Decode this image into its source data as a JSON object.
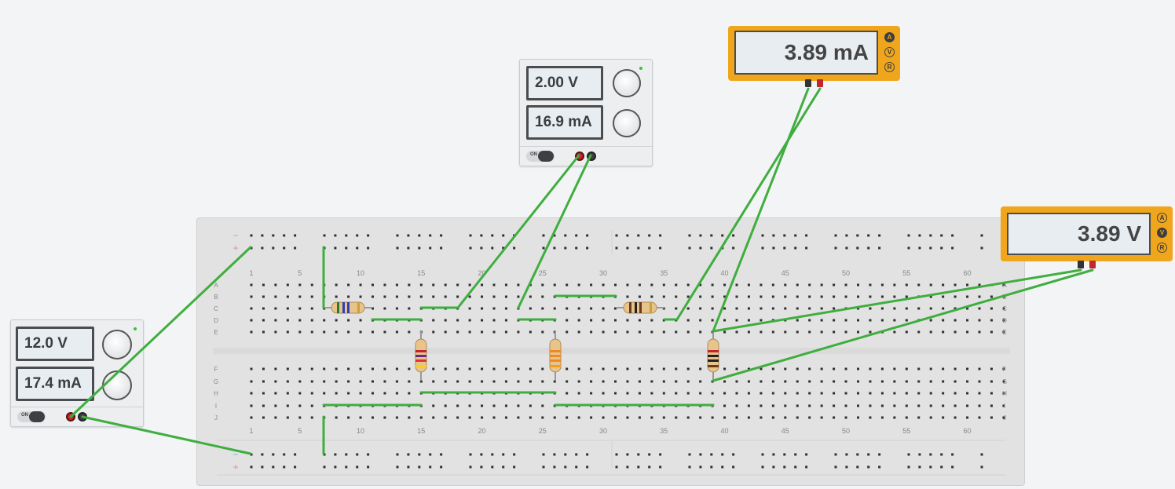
{
  "supply_main": {
    "voltage": "12.0 V",
    "current": "17.4 mA",
    "switch_label": "ON"
  },
  "supply_top": {
    "voltage": "2.00 V",
    "current": "16.9 mA",
    "switch_label": "ON"
  },
  "meter_ammeter": {
    "reading": "3.89 mA",
    "mode_buttons": [
      "A",
      "V",
      "R"
    ],
    "active_mode": "A"
  },
  "meter_voltmeter": {
    "reading": "3.89 V",
    "mode_buttons": [
      "A",
      "V",
      "R"
    ],
    "active_mode": "V"
  },
  "breadboard": {
    "column_numbers": [
      "1",
      "5",
      "10",
      "15",
      "20",
      "25",
      "30",
      "35",
      "40",
      "45",
      "50",
      "55",
      "60"
    ],
    "rows_top": [
      "A",
      "B",
      "C",
      "D",
      "E"
    ],
    "rows_bottom": [
      "F",
      "G",
      "H",
      "I",
      "J"
    ],
    "rail_minus": "−",
    "rail_plus": "+"
  },
  "colors": {
    "wire": "#3fae3f",
    "meter_body": "#f0a61c",
    "red_probe": "#c0262b",
    "black_probe": "#333333"
  }
}
